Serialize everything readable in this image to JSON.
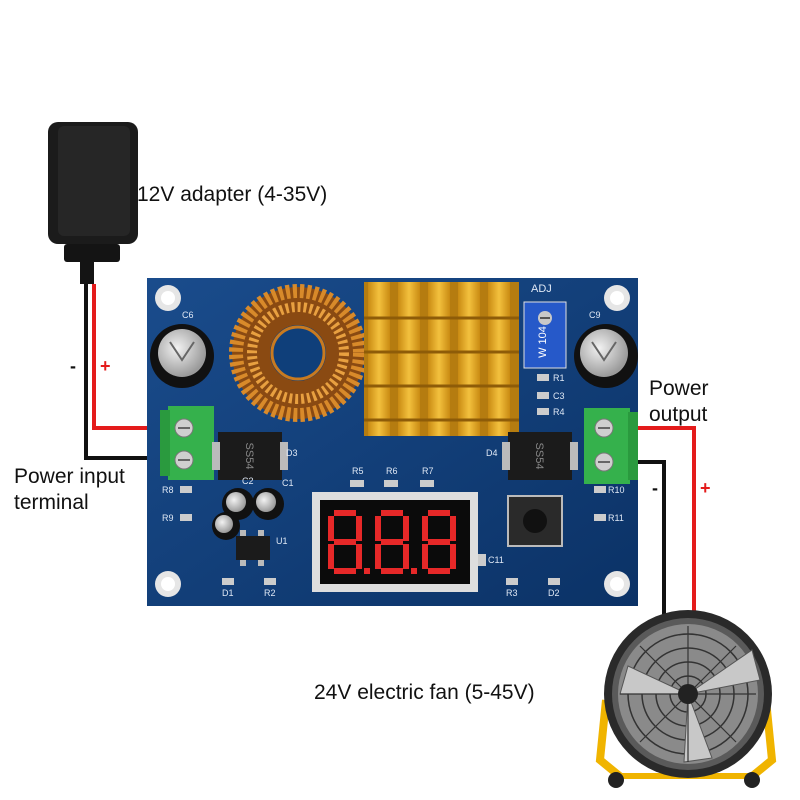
{
  "labels": {
    "adapter": "12V adapter (4-35V)",
    "input_terminal_line1": "Power input",
    "input_terminal_line2": "terminal",
    "output_line1": "Power",
    "output_line2": "output",
    "fan": "24V electric fan (5-45V)"
  },
  "polarity": {
    "input_minus": "-",
    "input_plus": "+",
    "output_minus": "-",
    "output_plus": "+"
  },
  "board": {
    "adj": "ADJ",
    "pot_value": "W 104",
    "diode_marking": "SS54",
    "display_digits": "8.8.8",
    "designators": {
      "C6": "C6",
      "C9": "C9",
      "C1": "C1",
      "C2": "C2",
      "C3": "C3",
      "C11": "C11",
      "R1": "R1",
      "R2": "R2",
      "R3": "R3",
      "R4": "R4",
      "R5": "R5",
      "R6": "R6",
      "R7": "R7",
      "R8": "R8",
      "R9": "R9",
      "R10": "R10",
      "R11": "R11",
      "D1": "D1",
      "D2": "D2",
      "D3": "D3",
      "D4": "D4",
      "U1": "U1"
    }
  },
  "colors": {
    "wire_positive": "#e41b1b",
    "wire_negative": "#111111",
    "pcb": "#0f3f7a",
    "terminal": "#35b14c",
    "heatsink": "#e0a420",
    "display_segment": "#e62828",
    "fan_frame": "#f0b400"
  }
}
